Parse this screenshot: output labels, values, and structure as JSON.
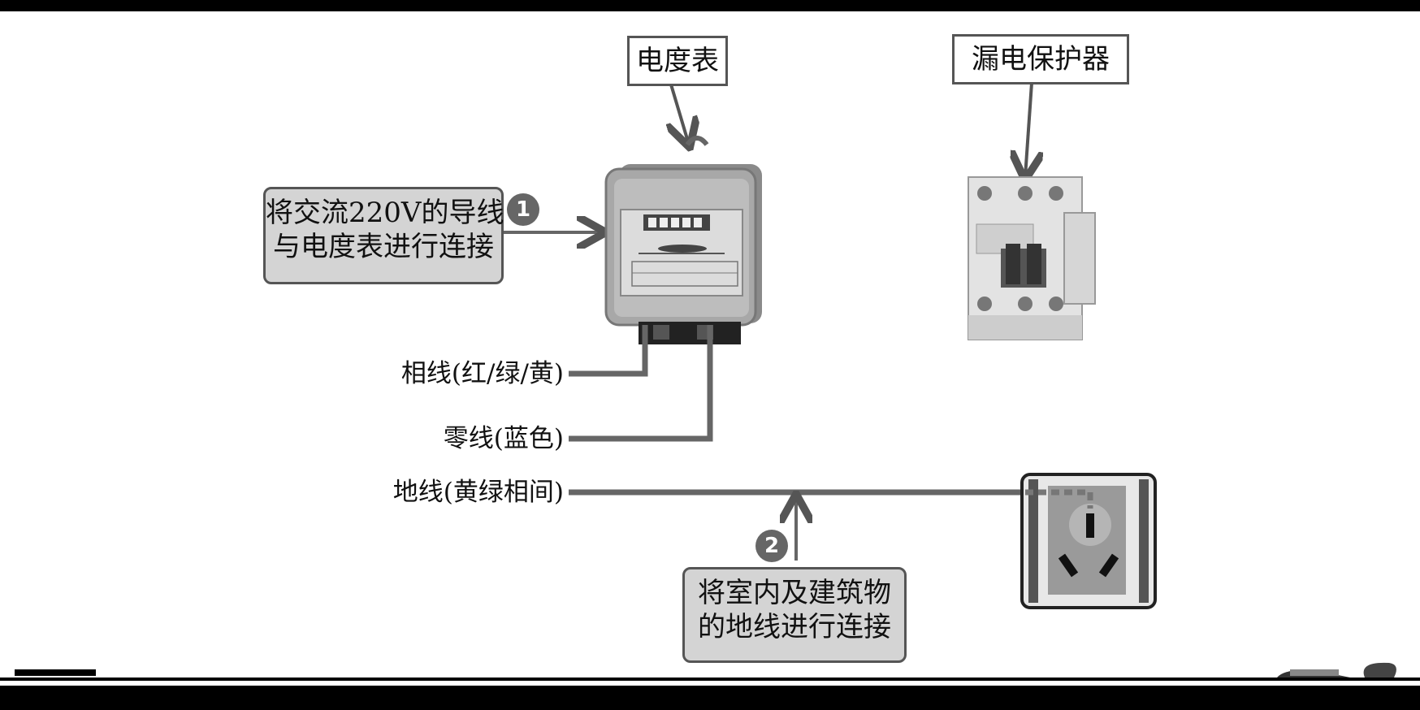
{
  "labels": {
    "meter": "电度表",
    "breaker": "漏电保护器"
  },
  "notes": {
    "step1_line1": "将交流220V的导线",
    "step1_line2": "与电度表进行连接",
    "step2_line1": "将室内及建筑物",
    "step2_line2": "的地线进行连接"
  },
  "steps": {
    "one": "1",
    "two": "2"
  },
  "wires": {
    "phase": "相线(红/绿/黄)",
    "neutral": "零线(蓝色)",
    "ground": "地线(黄绿相间)"
  }
}
